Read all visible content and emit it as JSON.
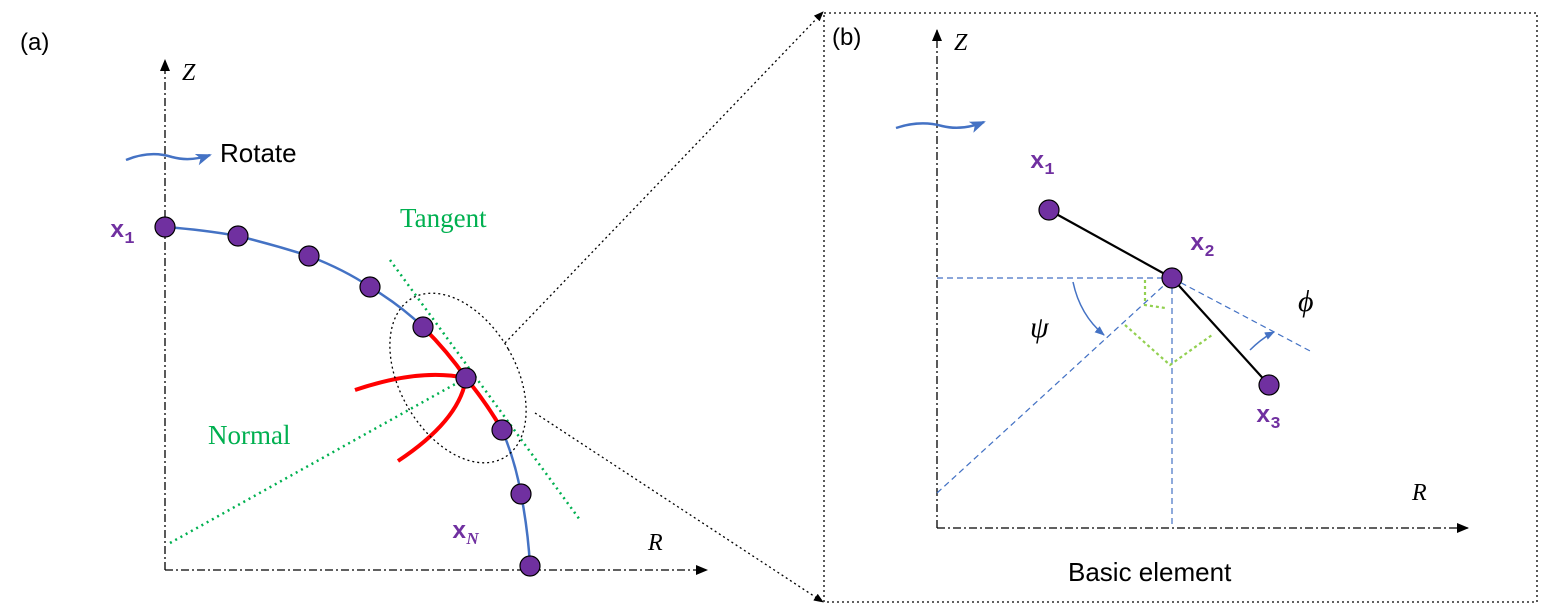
{
  "panel_a": {
    "label": "(a)",
    "axis_z": "Z",
    "axis_r": "R",
    "rotate": "Rotate",
    "tangent": "Tangent",
    "normal": "Normal",
    "x1": "x",
    "x1_sub": "1",
    "xn": "x",
    "xn_sub": "N"
  },
  "panel_b": {
    "label": "(b)",
    "axis_z": "Z",
    "axis_r": "R",
    "x1": "x",
    "x1_sub": "1",
    "x2": "x",
    "x2_sub": "2",
    "x3": "x",
    "x3_sub": "3",
    "psi": "ψ",
    "phi": "ϕ",
    "caption": "Basic element"
  },
  "colors": {
    "curve": "#4472c4",
    "node": "#7030a0",
    "highlight": "#ff0000",
    "guide": "#00b050",
    "angle_mark": "#92d050",
    "text": "#000000"
  },
  "icons": {
    "rotate_arrow": "curved-arrow-icon"
  }
}
